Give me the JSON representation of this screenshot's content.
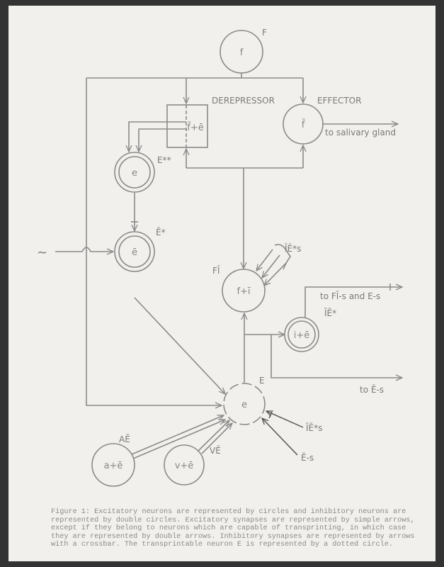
{
  "nodes": {
    "f": {
      "text": "f",
      "label": "F"
    },
    "f_bar": {
      "text": "f̄",
      "label": "EFFECTOR"
    },
    "box": {
      "text": "f̄+ē",
      "label": "DEREPRESSOR"
    },
    "e_double_star": {
      "text": "e",
      "label": "E**"
    },
    "e_bar": {
      "text": "ē",
      "label": "Ē*"
    },
    "f_plus_i": {
      "text": "f+ī",
      "label": "FĪ"
    },
    "i_plus_e": {
      "text": "i+ē",
      "label": "ĪĒ*"
    },
    "E": {
      "text": "e",
      "label": "E"
    },
    "a_plus_e": {
      "text": "a+ē",
      "label": "AĒ"
    },
    "v_plus_e": {
      "text": "v+ē",
      "label": "VĒ"
    }
  },
  "annotations": {
    "salivary": "to salivary gland",
    "to_fi_and_e": "to FĪ-s and E-s",
    "to_e_bar": "to Ē-s",
    "ie_star_s_top": "ĪĒ*s",
    "ie_star_s_bottom": "ĪĒ*s",
    "e_bar_s": "Ē-s",
    "input_wave": "~"
  },
  "caption": "Figure 1:  Excitatory neurons are represented by circles and inhibitory neurons are\nrepresented by double circles.  Excitatory synapses are represented by simple arrows,\nexcept if they belong to neurons which are capable of transprinting, in which case\nthey are represented by double arrows.  Inhibitory synapses are represented by arrows\nwith a crossbar.  The transprintable neuron E is represented by a dotted circle."
}
